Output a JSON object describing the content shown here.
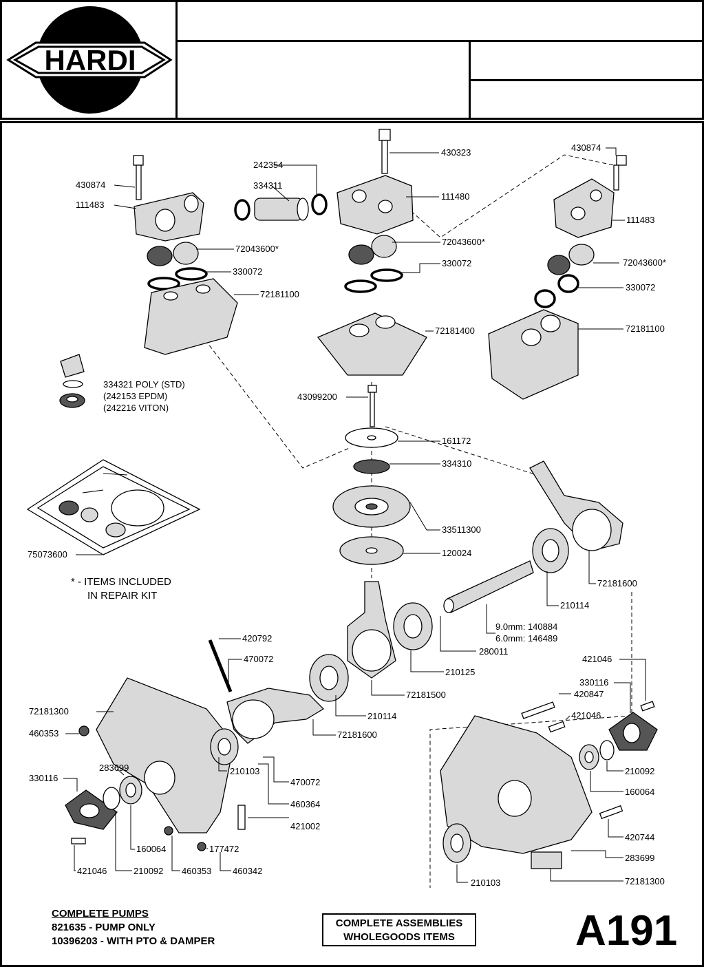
{
  "header": {
    "logo_text": "HARDI",
    "title_cell": "",
    "cell_2": "",
    "cell_3": "",
    "cell_4": ""
  },
  "parts": {
    "p_430874_left": "430874",
    "p_111483_left": "111483",
    "p_242354": "242354",
    "p_334311": "334311",
    "p_430323": "430323",
    "p_111480": "111480",
    "p_430874_right": "430874",
    "p_111483_right": "111483",
    "p_72043600_left": "72043600*",
    "p_72043600_mid": "72043600*",
    "p_72043600_right": "72043600*",
    "p_330072_left": "330072",
    "p_330072_mid": "330072",
    "p_330072_right": "330072",
    "p_72181100_left": "72181100",
    "p_72181400": "72181400",
    "p_72181100_right": "72181100",
    "p_valve_1": "334321 POLY (STD)",
    "p_valve_2": "(242153 EPDM)",
    "p_valve_3": "(242216 VITON)",
    "p_43099200": "43099200",
    "p_161172": "161172",
    "p_334310": "334310",
    "p_33511300": "33511300",
    "p_120024": "120024",
    "p_75073600": "75073600",
    "p_72181600_upper": "72181600",
    "p_210114_upper": "210114",
    "p_shaft_1": "9.0mm: 140884",
    "p_shaft_2": "6.0mm: 146489",
    "p_280011": "280011",
    "p_210125": "210125",
    "p_72181500": "72181500",
    "p_420792": "420792",
    "p_470072_top": "470072",
    "p_72181300_left": "72181300",
    "p_460353_left": "460353",
    "p_210114_lower": "210114",
    "p_72181600_lower": "72181600",
    "p_283699_left": "283699",
    "p_330116_left": "330116",
    "p_210103_left": "210103",
    "p_470072_bottom": "470072",
    "p_460364": "460364",
    "p_421002": "421002",
    "p_177472": "177472",
    "p_160064_left": "160064",
    "p_421046_left": "421046",
    "p_210092_left": "210092",
    "p_460353_bottom": "460353",
    "p_460342": "460342",
    "p_421046_right_top": "421046",
    "p_330116_right": "330116",
    "p_420847": "420847",
    "p_421046_right_mid": "421046",
    "p_210092_right": "210092",
    "p_160064_right": "160064",
    "p_420744": "420744",
    "p_283699_right": "283699",
    "p_210103_right": "210103",
    "p_72181300_right": "72181300"
  },
  "notes": {
    "kit_line1": "* - ITEMS INCLUDED",
    "kit_line2": "IN REPAIR KIT"
  },
  "footer": {
    "complete_pumps": "COMPLETE PUMPS",
    "pump_only": "821635 - PUMP ONLY",
    "with_pto": "10396203 - WITH PTO & DAMPER",
    "assy_line1": "COMPLETE ASSEMBLIES",
    "assy_line2": "WHOLEGOODS ITEMS",
    "page_code": "A191"
  }
}
